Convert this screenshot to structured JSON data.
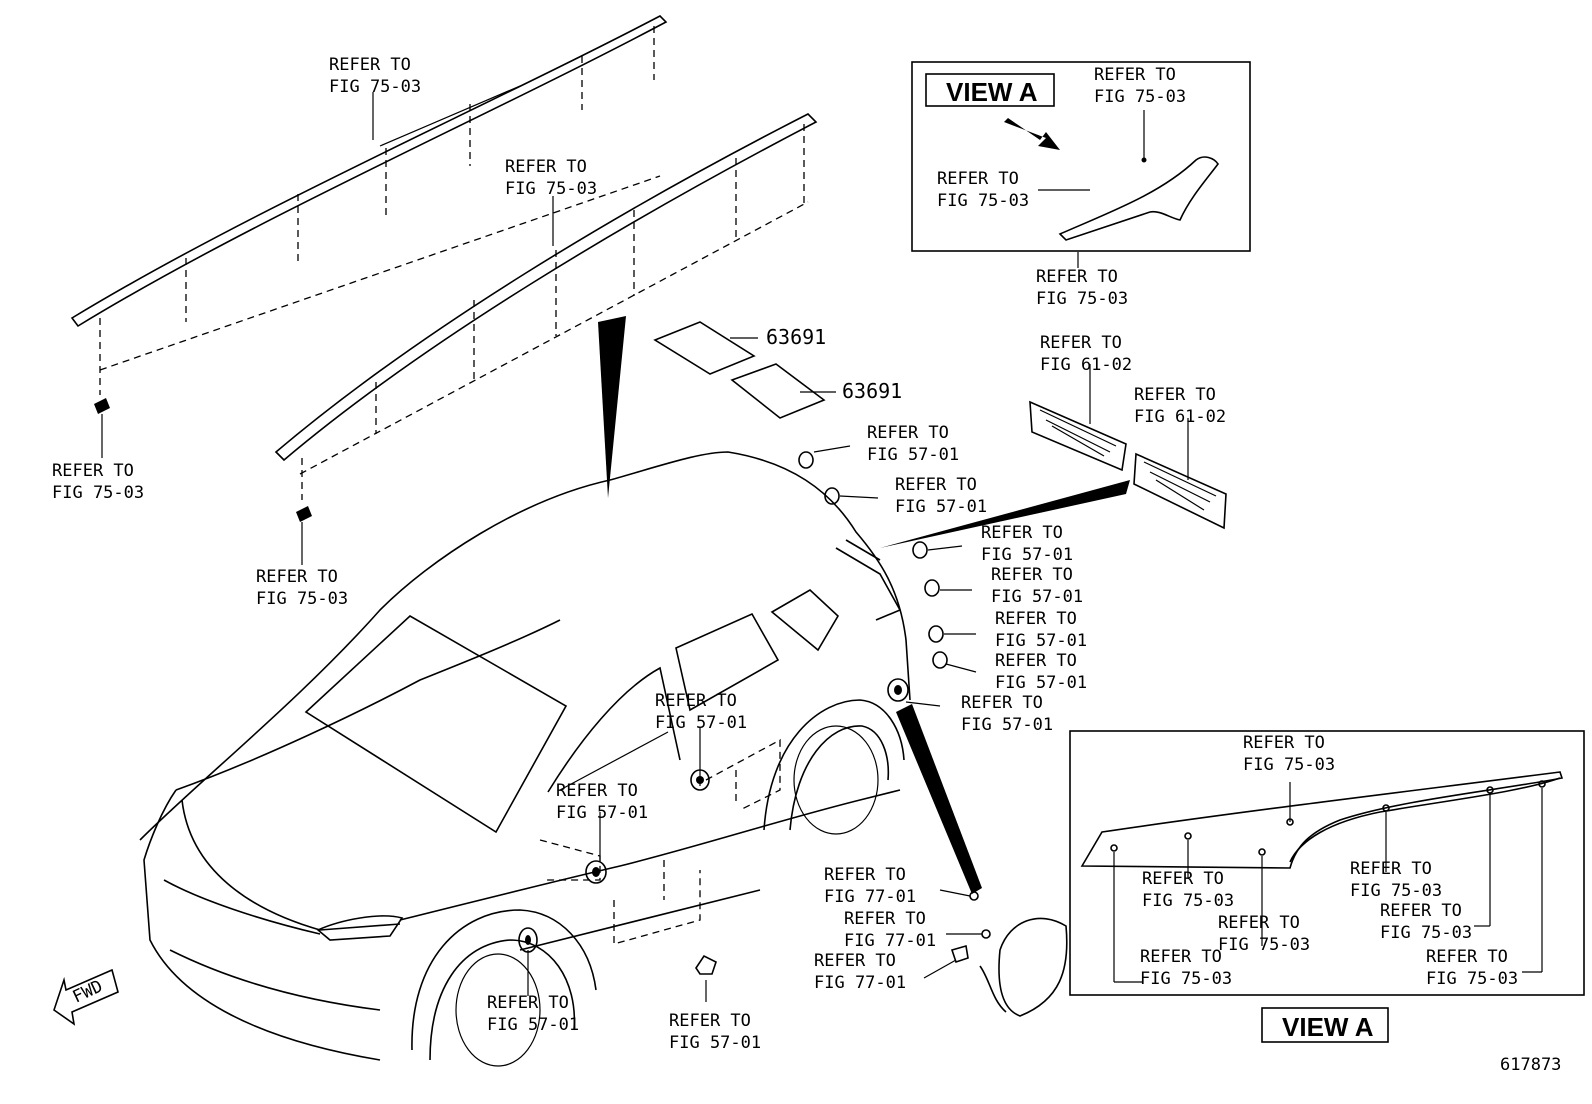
{
  "labels": {
    "refer_to": "REFER TO",
    "fig_75_03": "FIG 75-03",
    "fig_57_01": "FIG 57-01",
    "fig_61_02": "FIG 61-02",
    "fig_77_01": "FIG 77-01"
  },
  "parts": {
    "part_63691_a": "63691",
    "part_63691_b": "63691"
  },
  "view_a": {
    "title": "VIEW A"
  },
  "fwd_label": "FWD",
  "drawing_number": "617873"
}
